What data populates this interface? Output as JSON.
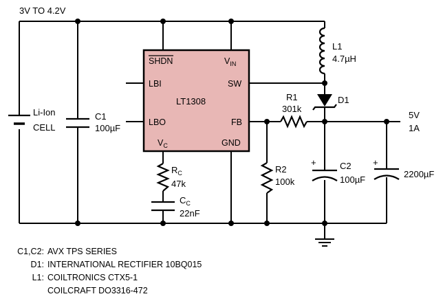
{
  "colors": {
    "ic_fill": "#e8b7b5",
    "wire": "#000000",
    "background": "#ffffff"
  },
  "supply": {
    "label": "3V TO 4.2V"
  },
  "battery": {
    "label_line1": "Li-Ion",
    "label_line2": "CELL"
  },
  "c1": {
    "name": "C1",
    "value": "100µF"
  },
  "ic": {
    "part": "LT1308",
    "pins": {
      "shdn": "SHDN",
      "vin_main": "V",
      "vin_sub": "IN",
      "lbi": "LBI",
      "sw": "SW",
      "lbo": "LBO",
      "fb": "FB",
      "vc_main": "V",
      "vc_sub": "C",
      "gnd": "GND"
    }
  },
  "rc": {
    "name_main": "R",
    "name_sub": "C",
    "value": "47k"
  },
  "cc": {
    "name_main": "C",
    "name_sub": "C",
    "value": "22nF"
  },
  "l1": {
    "name": "L1",
    "value": "4.7µH"
  },
  "d1": {
    "name": "D1"
  },
  "r1": {
    "name": "R1",
    "value": "301k"
  },
  "r2": {
    "name": "R2",
    "value": "100k"
  },
  "c2": {
    "name": "C2",
    "value": "100µF",
    "polarity": "+"
  },
  "c3": {
    "value": "2200µF",
    "polarity": "+"
  },
  "output": {
    "voltage": "5V",
    "current": "1A"
  },
  "notes": [
    {
      "refs": "C1,C2:",
      "text": "AVX TPS SERIES"
    },
    {
      "refs": "D1:",
      "text": "INTERNATIONAL RECTIFIER 10BQ015"
    },
    {
      "refs": "L1:",
      "text": "COILTRONICS CTX5-1"
    },
    {
      "refs": "",
      "text": "COILCRAFT DO3316-472"
    }
  ]
}
